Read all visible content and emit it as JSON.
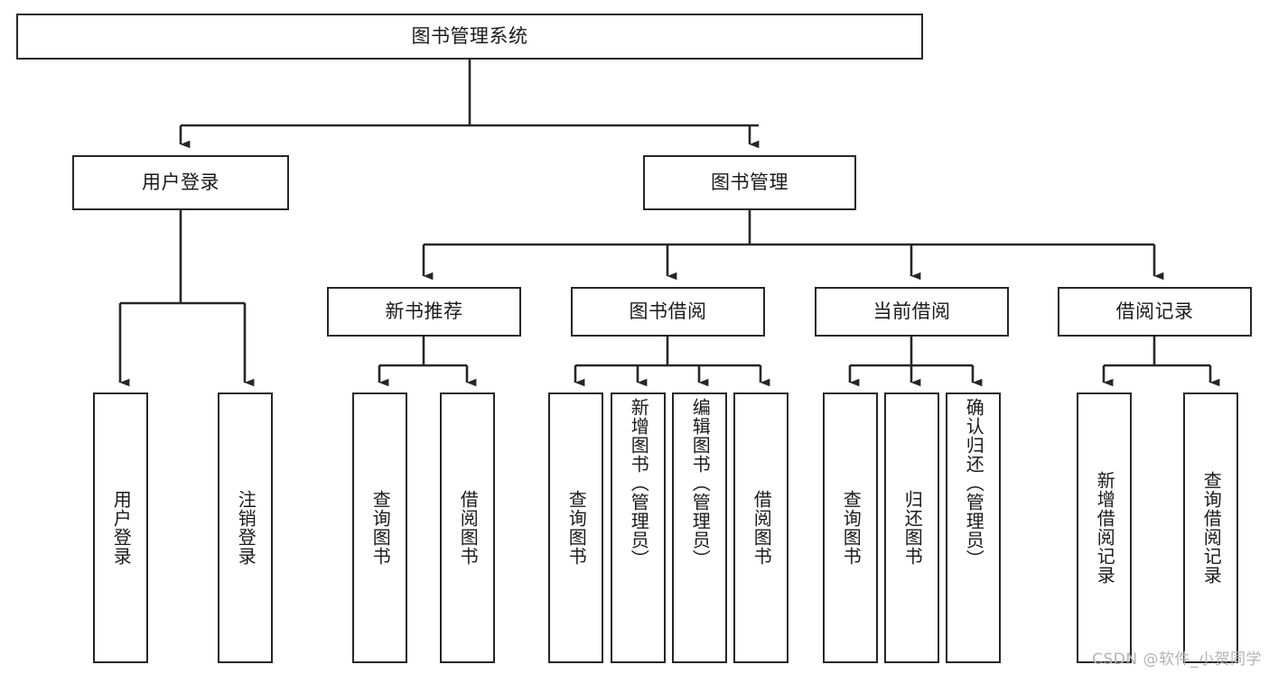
{
  "diagram": {
    "type": "tree",
    "title": "图书管理系统",
    "watermark": "CSDN @软件_小贺同学",
    "colors": {
      "box_border": "#262626",
      "box_fill": "#ffffff",
      "connector": "#262626",
      "text": "#1a1a1a",
      "watermark": "#b3b3b3",
      "background": "#ffffff"
    },
    "nodes": {
      "root": {
        "label": "图书管理系统",
        "level": 1,
        "orientation": "horizontal"
      },
      "l2": [
        {
          "id": "user-login",
          "label": "用户登录",
          "level": 2,
          "orientation": "horizontal"
        },
        {
          "id": "book-manage",
          "label": "图书管理",
          "level": 2,
          "orientation": "horizontal"
        }
      ],
      "l3": [
        {
          "id": "new-book-rec",
          "label": "新书推荐",
          "level": 3,
          "orientation": "horizontal",
          "parent": "book-manage"
        },
        {
          "id": "book-borrow",
          "label": "图书借阅",
          "level": 3,
          "orientation": "horizontal",
          "parent": "book-manage"
        },
        {
          "id": "current-borrow",
          "label": "当前借阅",
          "level": 3,
          "orientation": "horizontal",
          "parent": "book-manage"
        },
        {
          "id": "borrow-record",
          "label": "借阅记录",
          "level": 3,
          "orientation": "horizontal",
          "parent": "book-manage"
        }
      ],
      "leaves": [
        {
          "id": "leaf-user-login",
          "label": "用户登录",
          "parent": "user-login",
          "orientation": "vertical"
        },
        {
          "id": "leaf-logout-login",
          "label": "注销登录",
          "parent": "user-login",
          "orientation": "vertical"
        },
        {
          "id": "leaf-query-book-1",
          "label": "查询图书",
          "parent": "new-book-rec",
          "orientation": "vertical"
        },
        {
          "id": "leaf-borrow-book-1",
          "label": "借阅图书",
          "parent": "new-book-rec",
          "orientation": "vertical"
        },
        {
          "id": "leaf-query-book-2",
          "label": "查询图书",
          "parent": "book-borrow",
          "orientation": "vertical"
        },
        {
          "id": "leaf-add-book",
          "label": "新增图书（管理员）",
          "parent": "book-borrow",
          "orientation": "vertical"
        },
        {
          "id": "leaf-edit-book",
          "label": "编辑图书（管理员）",
          "parent": "book-borrow",
          "orientation": "vertical"
        },
        {
          "id": "leaf-borrow-book-2",
          "label": "借阅图书",
          "parent": "book-borrow",
          "orientation": "vertical"
        },
        {
          "id": "leaf-query-book-3",
          "label": "查询图书",
          "parent": "current-borrow",
          "orientation": "vertical"
        },
        {
          "id": "leaf-return-book",
          "label": "归还图书",
          "parent": "current-borrow",
          "orientation": "vertical"
        },
        {
          "id": "leaf-confirm-return",
          "label": "确认归还（管理员）",
          "parent": "current-borrow",
          "orientation": "vertical"
        },
        {
          "id": "leaf-add-record",
          "label": "新增借阅记录",
          "parent": "borrow-record",
          "orientation": "vertical"
        },
        {
          "id": "leaf-query-record",
          "label": "查询借阅记录",
          "parent": "borrow-record",
          "orientation": "vertical"
        }
      ]
    }
  }
}
